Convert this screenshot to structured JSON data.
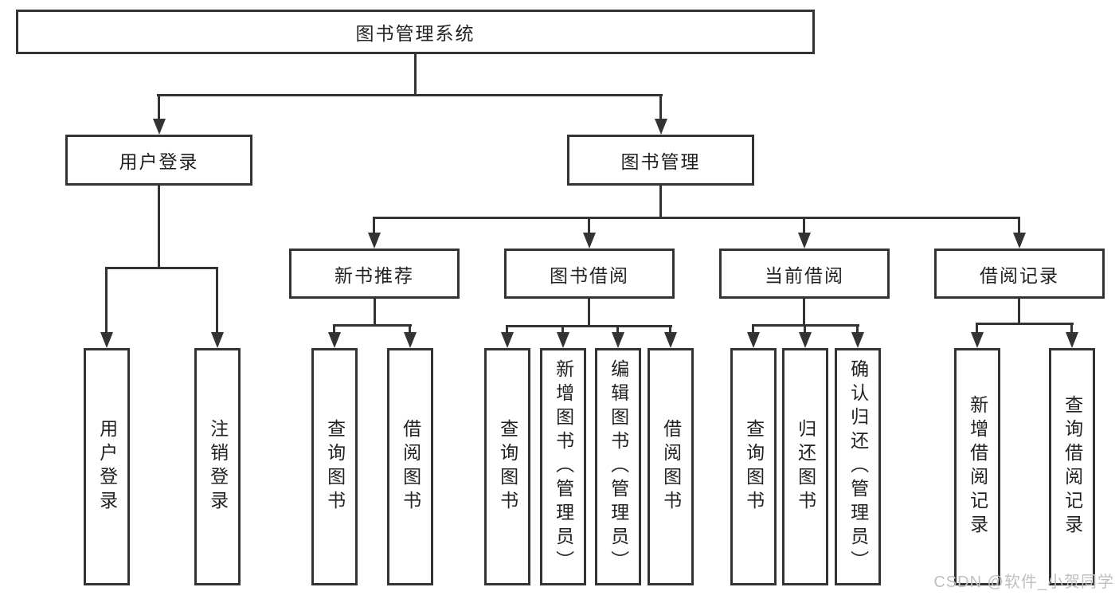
{
  "diagram": {
    "root": {
      "label": "图书管理系统"
    },
    "branches": {
      "user_login": {
        "label": "用户登录"
      },
      "book_management": {
        "label": "图书管理"
      }
    },
    "modules": {
      "new_book_recommend": {
        "label": "新书推荐"
      },
      "book_borrowing": {
        "label": "图书借阅"
      },
      "current_borrowing": {
        "label": "当前借阅"
      },
      "borrowing_records": {
        "label": "借阅记录"
      }
    },
    "functions": {
      "user_login": {
        "label": "用户登录"
      },
      "logout": {
        "label": "注销登录"
      },
      "rec_query_books": {
        "label": "查询图书"
      },
      "rec_borrow_books": {
        "label": "借阅图书"
      },
      "bb_query_books": {
        "label": "查询图书"
      },
      "bb_add_books": {
        "label": "新增图书（管理员）"
      },
      "bb_edit_books": {
        "label": "编辑图书（管理员）"
      },
      "bb_borrow_books": {
        "label": "借阅图书"
      },
      "cb_query_books": {
        "label": "查询图书"
      },
      "cb_return_books": {
        "label": "归还图书"
      },
      "cb_confirm_return": {
        "label": "确认归还（管理员）"
      },
      "br_add_record": {
        "label": "新增借阅记录"
      },
      "br_query_record": {
        "label": "查询借阅记录"
      }
    }
  },
  "watermark": {
    "text": "CSDN @软件_小贺同学"
  },
  "colors": {
    "line": "#333333",
    "text": "#222222",
    "background": "#ffffff",
    "watermark": "#c0c0c0"
  }
}
